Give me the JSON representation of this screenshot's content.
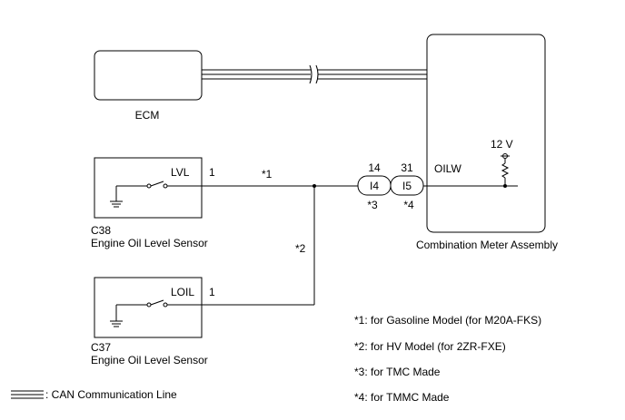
{
  "ecm": {
    "label": "ECM"
  },
  "meter": {
    "label": "Combination Meter Assembly",
    "pin_name": "OILW",
    "supply": "12 V"
  },
  "sensor1": {
    "code": "C38",
    "name": "Engine Oil Level Sensor",
    "pin_name": "LVL",
    "pin_num": "1"
  },
  "sensor2": {
    "code": "C37",
    "name": "Engine Oil Level Sensor",
    "pin_name": "LOIL",
    "pin_num": "1"
  },
  "connector_i4": {
    "id": "I4",
    "pin": "14",
    "note": "*3"
  },
  "connector_i5": {
    "id": "I5",
    "pin": "31",
    "note": "*4"
  },
  "wire_notes": {
    "w1": "*1",
    "w2": "*2"
  },
  "footnotes": [
    "*1: for Gasoline Model (for M20A-FKS)",
    "*2: for HV Model (for 2ZR-FXE)",
    "*3: for TMC Made",
    "*4: for TMMC Made"
  ],
  "legend": {
    "can_line": ": CAN Communication Line"
  }
}
